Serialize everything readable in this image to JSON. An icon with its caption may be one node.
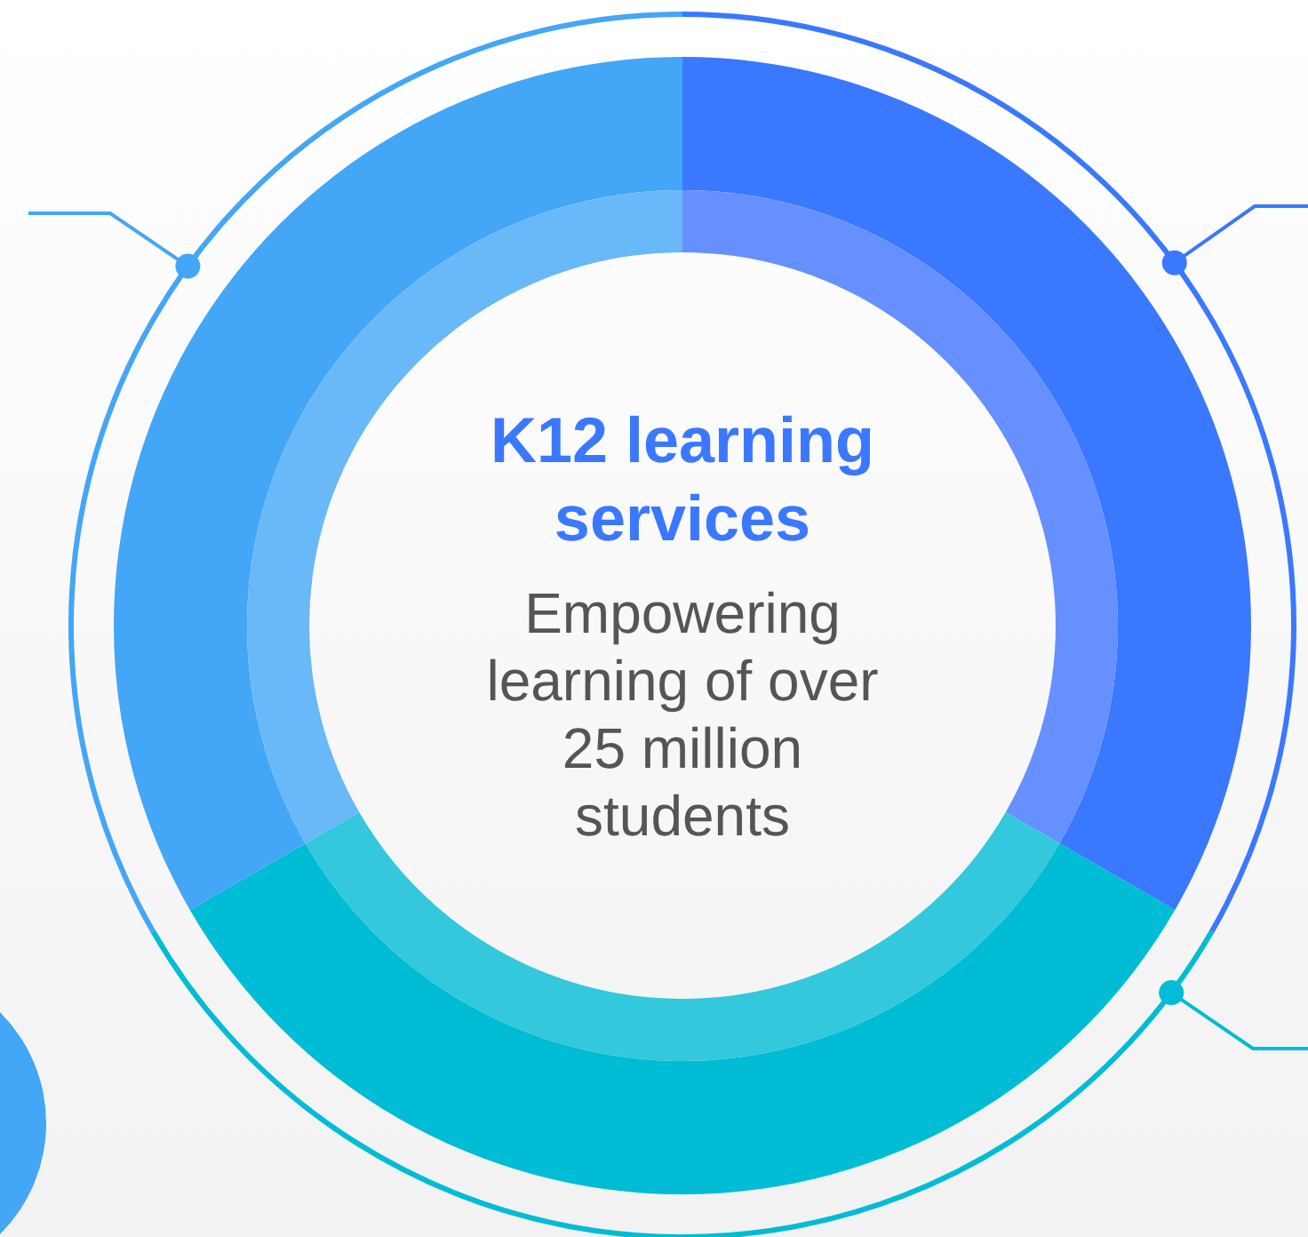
{
  "diagram": {
    "nodes": [
      {
        "text": [
          "K12 learning services",
          "Empowering learning of over 25 million students"
        ]
      },
      {
        "text": [],
        "shape": "arc"
      },
      {
        "text": [],
        "shape": "arc"
      },
      {
        "text": [],
        "shape": "arc"
      }
    ],
    "edges": [
      {
        "from": 1,
        "to": null,
        "arrow": "other"
      },
      {
        "from": 2,
        "to": null,
        "arrow": "other"
      },
      {
        "from": 3,
        "to": null,
        "arrow": "other"
      }
    ]
  }
}
